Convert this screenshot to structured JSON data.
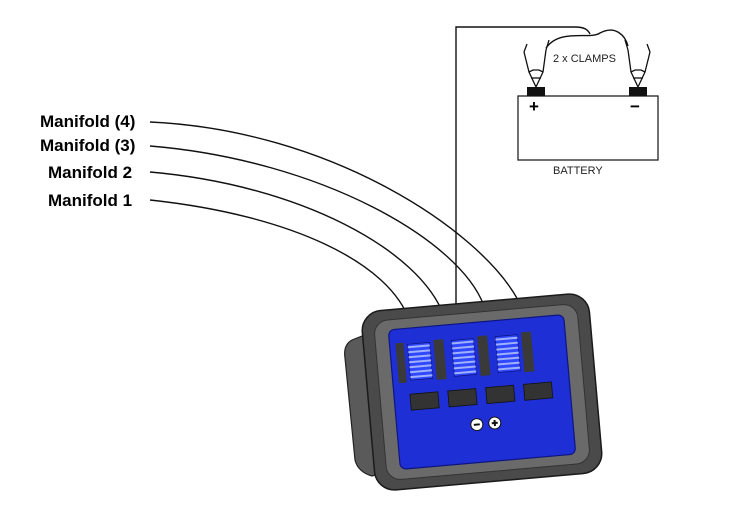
{
  "labels": {
    "manifold_4": "Manifold (4)",
    "manifold_3": "Manifold (3)",
    "manifold_2": "Manifold 2",
    "manifold_1": "Manifold 1",
    "clamps": "2 x CLAMPS",
    "battery": "BATTERY",
    "positive": "+",
    "negative": "−"
  },
  "colors": {
    "panel_blue": "#1f2fd6",
    "housing_dark": "#4a4a4a",
    "housing_light": "#8a8a8a",
    "wire": "#111111"
  },
  "device": {
    "gauge_count": 4,
    "buttons": [
      "minus",
      "plus"
    ],
    "button_icons": [
      "minus-icon",
      "plus-icon"
    ]
  }
}
